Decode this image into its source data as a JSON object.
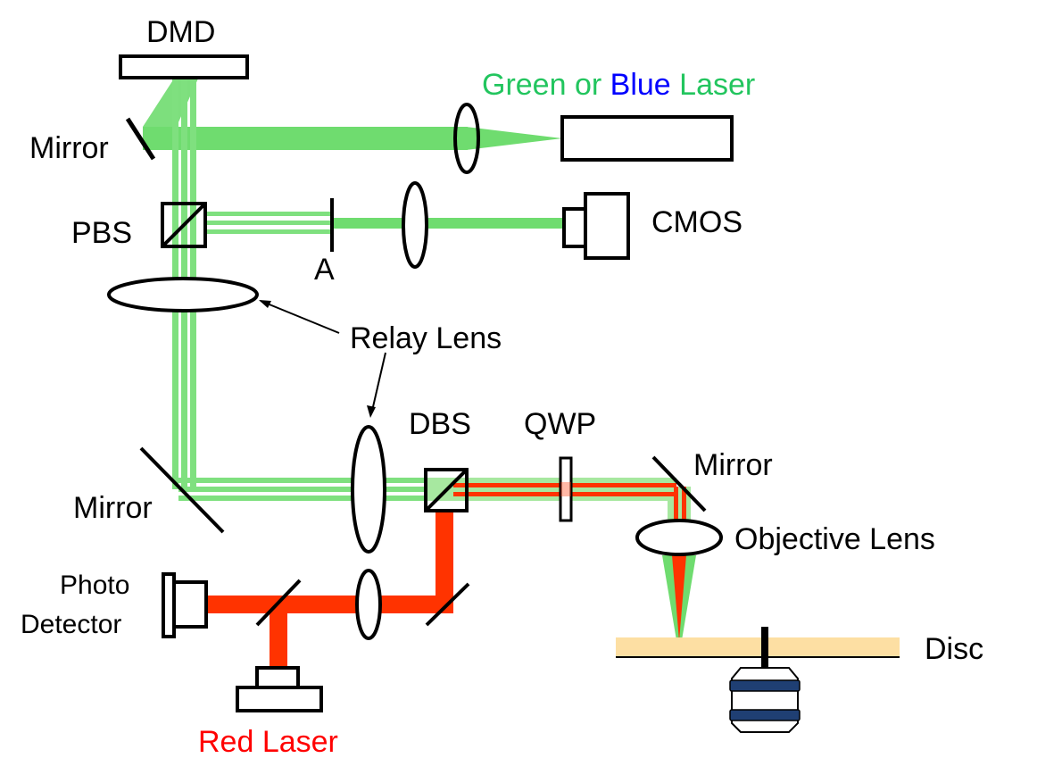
{
  "labels": {
    "dmd": "DMD",
    "laser_green": "Green or",
    "laser_blue": "Blue",
    "laser_word": "Laser",
    "mirror_top": "Mirror",
    "pbs": "PBS",
    "aperture": "A",
    "cmos": "CMOS",
    "relay_lens": "Relay Lens",
    "dbs": "DBS",
    "qwp": "QWP",
    "mirror_right": "Mirror",
    "mirror_left": "Mirror",
    "objective_lens": "Objective Lens",
    "photo": "Photo",
    "detector": "Detector",
    "disc": "Disc",
    "red_laser": "Red Laser"
  },
  "colors": {
    "green_beam": "#6fdc6f",
    "green_beam_light": "#b8efb0",
    "red_beam": "#ff3300",
    "red_text": "#ff0000",
    "green_text": "#22c55e",
    "blue_text": "#0000ff",
    "disc": "#fddfa3",
    "motor": "#1f3f73"
  }
}
